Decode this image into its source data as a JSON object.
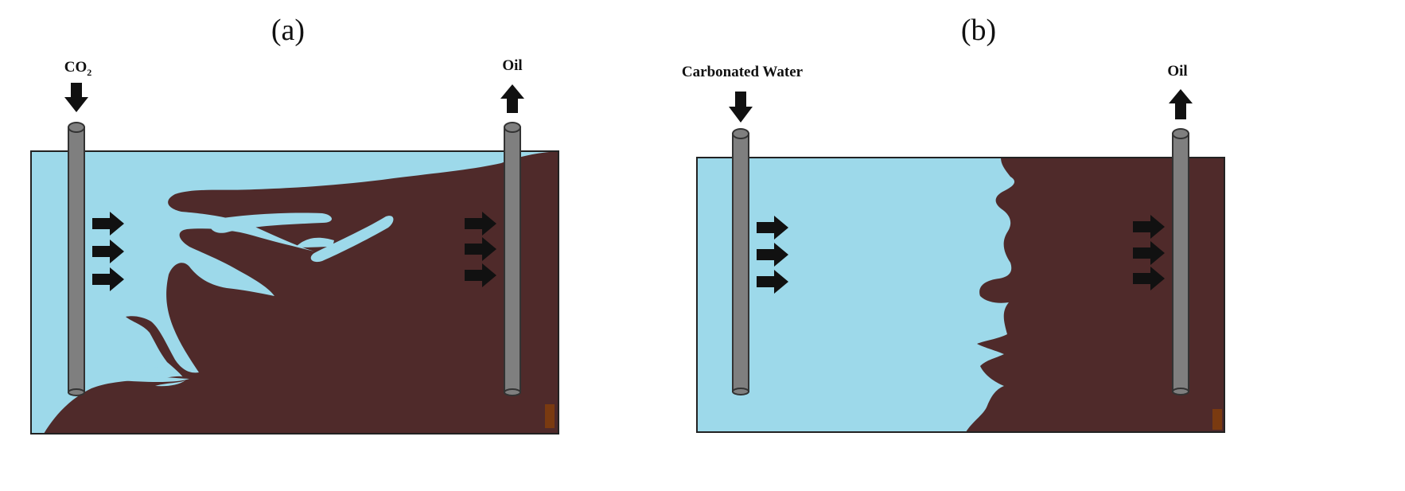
{
  "panels": {
    "a": {
      "label": "(a)",
      "injection_label": "CO",
      "injection_subscript": "2",
      "production_label": "Oil"
    },
    "b": {
      "label": "(b)",
      "injection_label": "Carbonated Water",
      "production_label": "Oil"
    }
  },
  "colors": {
    "injected_fluid": "#9DD9EA",
    "oil": "#4F2A2A",
    "well": "#7F7F7F",
    "arrow": "#111111",
    "corner_marker": "#7A3A10"
  }
}
